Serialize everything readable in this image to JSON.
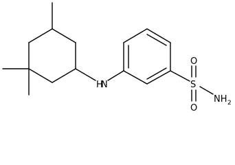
{
  "molecule": {
    "atom_labels": {
      "amine_nh": "N",
      "amine_h": "H",
      "sulfur": "S",
      "oxygen_top": "O",
      "oxygen_bottom": "O",
      "sulfonamide_nh2_n": "NH",
      "sulfonamide_nh2_sub": "2"
    }
  }
}
